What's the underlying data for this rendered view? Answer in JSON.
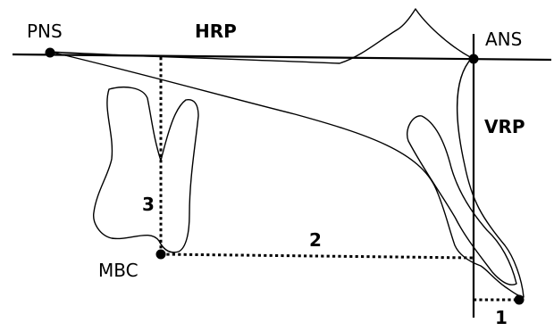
{
  "labels": {
    "pns": "PNS",
    "ans": "ANS",
    "hrp": "HRP",
    "vrp": "VRP",
    "mbc": "MBC"
  },
  "measurements": {
    "m1": "1",
    "m2": "2",
    "m3": "3"
  }
}
